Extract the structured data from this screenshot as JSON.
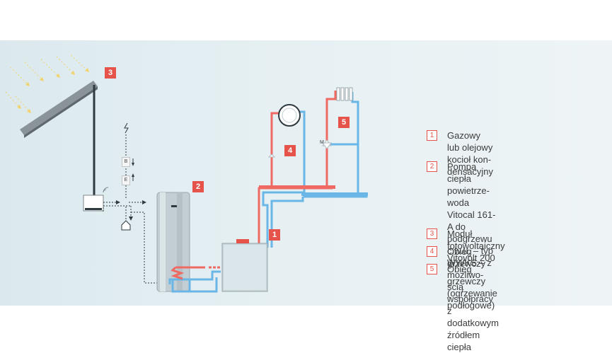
{
  "badges": [
    "1",
    "2",
    "3",
    "4",
    "5"
  ],
  "legend": [
    {
      "num": "1",
      "text": "Gazowy lub olejowy kocioł kon-\ndensacyjny"
    },
    {
      "num": "2",
      "text": "Pompa ciepła powietrze-woda\nVitocal 161-A do podgrzewu\nc.w.u. – typ WWKS – z możliwo-\nścią współpracy z dodatkowym\nźródłem ciepła"
    },
    {
      "num": "3",
      "text": "Moduł fotowoltaiczny Vitovolt 200"
    },
    {
      "num": "4",
      "text": "Obieg grzewczy"
    },
    {
      "num": "5",
      "text": "Obieg grzewczy\n(ogrzewanie podłogowe)"
    }
  ],
  "switch_labels": {
    "b": "B",
    "e": "E"
  },
  "valve_label": "M",
  "colors": {
    "hot": "#ee6a62",
    "cold": "#6ab6e6",
    "badge": "#e5534b",
    "structure": "#2f3a40"
  },
  "icons": [
    "solar-panel-icon",
    "inverter-icon",
    "wifi-icon",
    "lightning-icon",
    "house-icon",
    "radiator-icon",
    "floor-heating-icon",
    "pump-icon",
    "mixing-valve-icon"
  ]
}
